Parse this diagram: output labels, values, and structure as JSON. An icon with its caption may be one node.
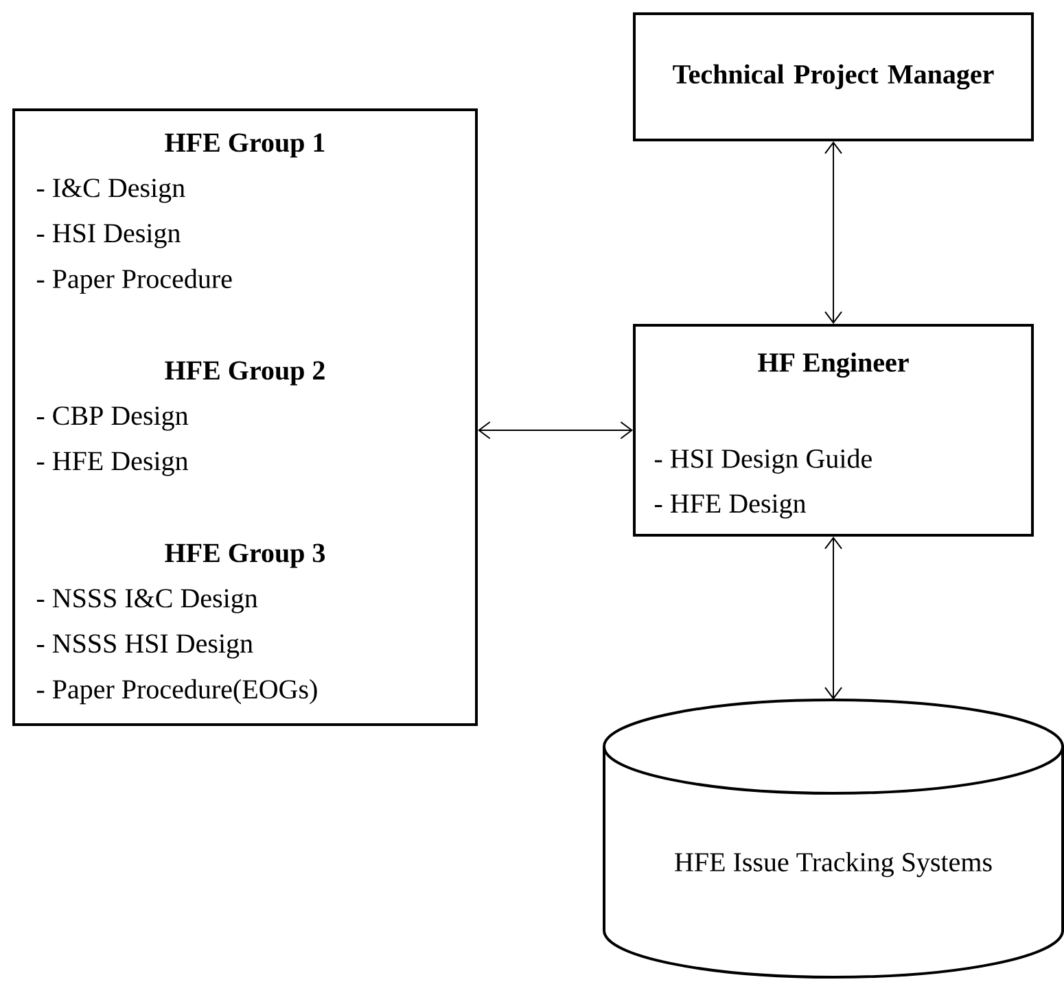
{
  "diagram": {
    "nodes": [
      {
        "text": [
          "HFE Group 1",
          "- I&C Design",
          "- HSI Design",
          "- Paper Procedure",
          "HFE Group 2",
          "- CBP Design",
          "- HFE Design",
          "HFE Group 3",
          "- NSSS I&C Design",
          "- NSSS HSI Design",
          "- Paper Procedure(EOGs)"
        ]
      },
      {
        "text": [
          "Technical Project Manager"
        ]
      },
      {
        "text": [
          "HF Engineer",
          "- HSI Design Guide",
          "- HFE Design"
        ]
      },
      {
        "text": [
          "HFE Issue Tracking Systems"
        ]
      }
    ],
    "edges": [
      {
        "from": 0,
        "to": 2,
        "arrow": "both"
      },
      {
        "from": 1,
        "to": 2,
        "arrow": "both"
      },
      {
        "from": 2,
        "to": 3,
        "arrow": "both"
      }
    ]
  }
}
